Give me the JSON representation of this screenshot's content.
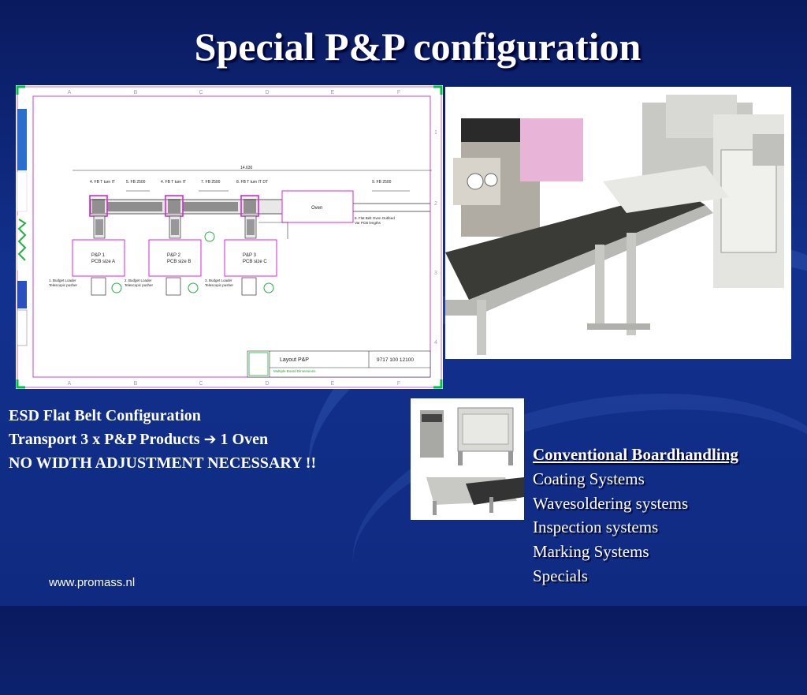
{
  "slide": {
    "title": "Special P&P configuration"
  },
  "drawing": {
    "col_labels": [
      "A",
      "B",
      "C",
      "D",
      "E",
      "F"
    ],
    "row_labels": [
      "1",
      "2",
      "3",
      "4"
    ],
    "top_labels": [
      "4. FB T turn IT",
      "5. FB 2500",
      "4. FB T turn IT",
      "7. FB 2500",
      "8. FB T turn IT DT",
      "9. FB 2500"
    ],
    "overall_dim": "14.630",
    "oven_label": "Oven",
    "oven_note_1": "8. Flat Belt Oven Outfeed",
    "oven_note_2": "Var PCB lengths",
    "pp_units": [
      {
        "line1": "P&P 1",
        "line2": "PCB size A"
      },
      {
        "line1": "P&P 2",
        "line2": "PCB size B"
      },
      {
        "line1": "P&P 3",
        "line2": "PCB size C"
      }
    ],
    "loaders": [
      {
        "line1": "1. Budget Loader",
        "line2": "Telescopic pusher"
      },
      {
        "line1": "2. Budget Loader",
        "line2": "Telescopic pusher"
      },
      {
        "line1": "3. Budget Loader",
        "line2": "Telescopic pusher"
      }
    ],
    "title_block": {
      "title": "Layout P&P",
      "number": "9717 100 12100",
      "subtitle": "Multiple Board Dimensions"
    }
  },
  "description": {
    "line1": "ESD Flat Belt Configuration",
    "line2_a": "Transport 3 x P&P Products",
    "line2_arrow": "➔",
    "line2_b": "1 Oven",
    "line3": "NO WIDTH ADJUSTMENT NECESSARY !!"
  },
  "product_list": {
    "heading": "Conventional Boardhandling",
    "items": [
      "Coating Systems",
      "Wavesoldering systems",
      "Inspection systems",
      "Marking Systems",
      "Specials"
    ]
  },
  "footer": {
    "url": "www.promass.nl"
  },
  "colors": {
    "background": "#12318f",
    "text": "#ffffff",
    "drawing_frame": "#e020e0",
    "drawing_accent": "#00c040"
  }
}
